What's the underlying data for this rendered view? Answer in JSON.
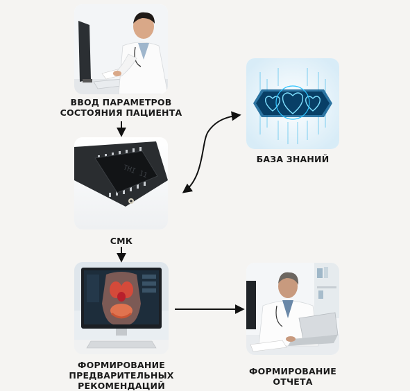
{
  "nodes": {
    "patient_input": {
      "lines": [
        "ВВОД ПАРАМЕТРОВ",
        "СОСТОЯНИЯ ПАЦИЕНТА"
      ],
      "icon": "doctor-at-computer-photo"
    },
    "knowledge_base": {
      "lines": [
        "БАЗА ЗНАНИЙ"
      ],
      "icon": "hearts-hologram-photo"
    },
    "smk": {
      "lines": [
        "СМК"
      ],
      "icon": "microchip-photo"
    },
    "preliminary_recommendations": {
      "lines": [
        "ФОРМИРОВАНИЕ",
        "ПРЕДВАРИТЕЛЬНЫХ",
        "РЕКОМЕНДАЦИЙ"
      ],
      "icon": "anatomy-monitor-photo"
    },
    "report": {
      "lines": [
        "ФОРМИРОВАНИЕ",
        "ОТЧЕТА"
      ],
      "icon": "doctor-with-laptop-photo"
    }
  },
  "colors": {
    "arrow": "#111111",
    "hologram": "#2ec4ff",
    "background": "#f5f4f2"
  }
}
